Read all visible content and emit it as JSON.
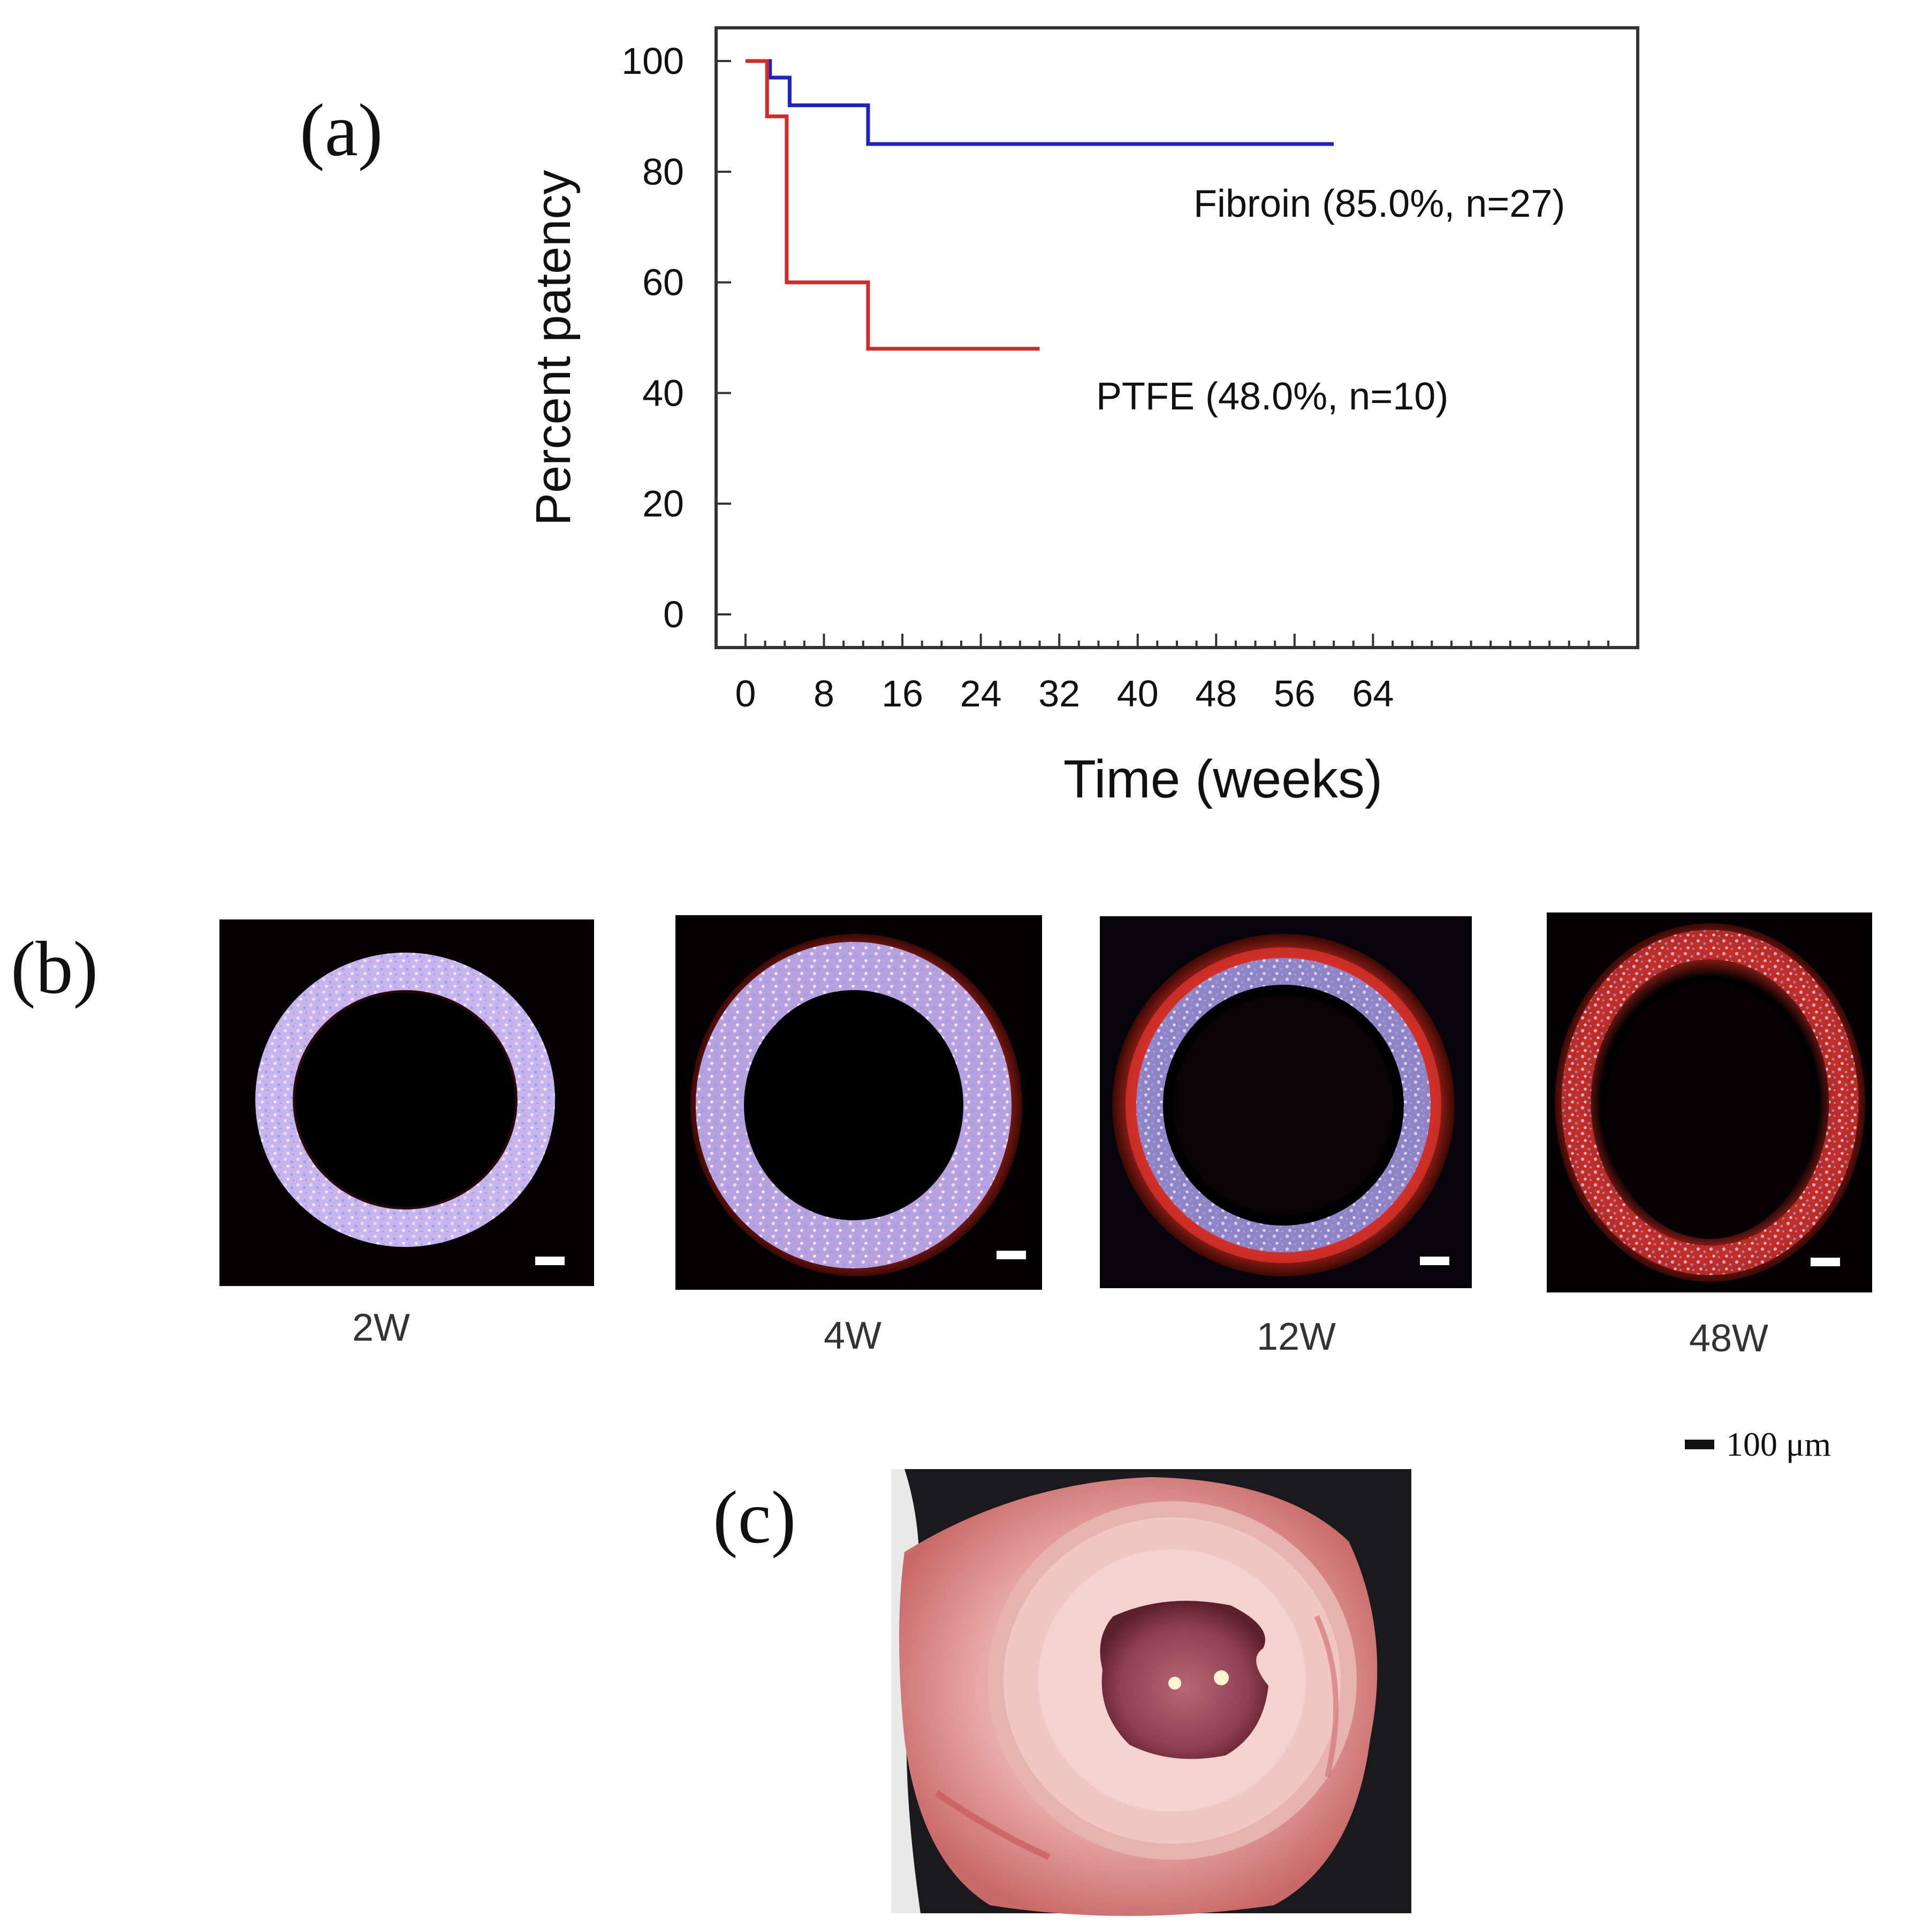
{
  "panels": {
    "a": "(a)",
    "b": "(b)",
    "c": "(c)"
  },
  "chart_data": {
    "type": "line",
    "step": true,
    "xlabel": "Time (weeks)",
    "ylabel": "Percent patency",
    "xlim": [
      -3,
      91
    ],
    "ylim": [
      -6,
      106
    ],
    "xticks": [
      0,
      8,
      16,
      24,
      32,
      40,
      48,
      56,
      64
    ],
    "yticks": [
      0,
      20,
      40,
      60,
      80,
      100
    ],
    "grid": false,
    "series": [
      {
        "name": "Fibroin (85.0%, n=27)",
        "color": "#1f23c4",
        "x": [
          0,
          2.5,
          4.5,
          12.5,
          60
        ],
        "y": [
          100,
          97,
          92,
          85,
          85
        ]
      },
      {
        "name": "PTFE (48.0%, n=10)",
        "color": "#d42a2a",
        "x": [
          0,
          2.2,
          4.2,
          12.5,
          30
        ],
        "y": [
          100,
          90,
          60,
          48,
          48
        ]
      }
    ]
  },
  "micrographs": {
    "labels": [
      "2W",
      "4W",
      "12W",
      "48W"
    ],
    "scale_bar": "100 μm"
  }
}
